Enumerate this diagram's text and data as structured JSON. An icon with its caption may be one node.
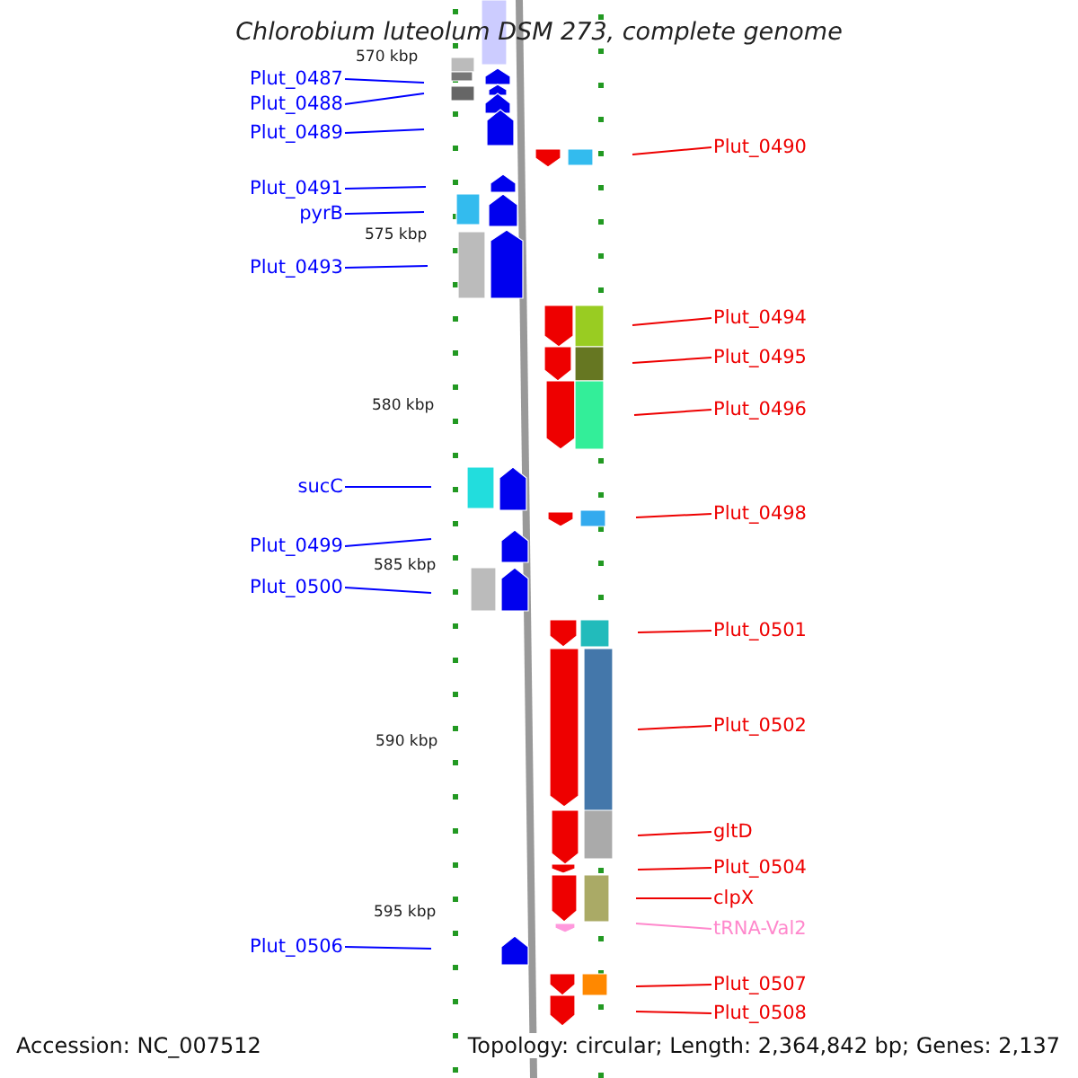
{
  "diagram": {
    "title": "Chlorobium luteolum DSM 273, complete genome",
    "nodes": [
      {
        "text": [
          "Plut_0487"
        ]
      },
      {
        "text": [
          "Plut_0488"
        ]
      },
      {
        "text": [
          "Plut_0489"
        ]
      },
      {
        "text": [
          "Plut_0490"
        ]
      },
      {
        "text": [
          "Plut_0491"
        ]
      },
      {
        "text": [
          "pyrB"
        ]
      },
      {
        "text": [
          "Plut_0493"
        ]
      },
      {
        "text": [
          "Plut_0494"
        ]
      },
      {
        "text": [
          "Plut_0495"
        ]
      },
      {
        "text": [
          "Plut_0496"
        ]
      },
      {
        "text": [
          "sucC"
        ]
      },
      {
        "text": [
          "Plut_0498"
        ]
      },
      {
        "text": [
          "Plut_0499"
        ]
      },
      {
        "text": [
          "Plut_0500"
        ]
      },
      {
        "text": [
          "Plut_0501"
        ]
      },
      {
        "text": [
          "Plut_0502"
        ]
      },
      {
        "text": [
          "gltD"
        ]
      },
      {
        "text": [
          "Plut_0504"
        ]
      },
      {
        "text": [
          "clpX"
        ]
      },
      {
        "text": [
          "tRNA-Val2"
        ]
      },
      {
        "text": [
          "Plut_0506"
        ]
      },
      {
        "text": [
          "Plut_0507"
        ]
      },
      {
        "text": [
          "Plut_0508"
        ]
      }
    ],
    "edges": [
      {
        "from": 0,
        "to": null,
        "arrow": "none",
        "color": "#0000ff"
      },
      {
        "from": 1,
        "to": null,
        "arrow": "none",
        "color": "#0000ff"
      },
      {
        "from": 2,
        "to": null,
        "arrow": "none",
        "color": "#0000ff"
      },
      {
        "from": 3,
        "to": null,
        "arrow": "none"
      },
      {
        "from": 4,
        "to": null,
        "arrow": "none",
        "color": "#0000ff"
      },
      {
        "from": 5,
        "to": null,
        "arrow": "none",
        "color": "#0000ff"
      },
      {
        "from": 6,
        "to": null,
        "arrow": "none",
        "color": "#0000ff"
      },
      {
        "from": 7,
        "to": null,
        "arrow": "none"
      },
      {
        "from": 8,
        "to": null,
        "arrow": "none"
      },
      {
        "from": 9,
        "to": null,
        "arrow": "none"
      },
      {
        "from": 10,
        "to": null,
        "arrow": "none",
        "color": "#0000ff"
      },
      {
        "from": 11,
        "to": null,
        "arrow": "none"
      },
      {
        "from": 12,
        "to": null,
        "arrow": "none",
        "color": "#0000ff"
      },
      {
        "from": 13,
        "to": null,
        "arrow": "none",
        "color": "#0000ff"
      },
      {
        "from": 14,
        "to": null,
        "arrow": "none"
      },
      {
        "from": 15,
        "to": null,
        "arrow": "none"
      },
      {
        "from": 16,
        "to": null,
        "arrow": "none"
      },
      {
        "from": 17,
        "to": null,
        "arrow": "none"
      },
      {
        "from": 18,
        "to": null,
        "arrow": "none"
      },
      {
        "from": 19,
        "to": null,
        "arrow": "none",
        "color": "#ff88cc"
      },
      {
        "from": 20,
        "to": null,
        "arrow": "none",
        "color": "#0000ff"
      },
      {
        "from": 21,
        "to": null,
        "arrow": "none"
      },
      {
        "from": 22,
        "to": null,
        "arrow": "none"
      }
    ],
    "labels": [
      "570 kbp",
      "575 kbp",
      "580 kbp",
      "585 kbp",
      "590 kbp",
      "595 kbp",
      "Accession: NC_007512",
      "Topology: circular; Length: 2,364,842 bp; Genes: 2,137"
    ]
  }
}
